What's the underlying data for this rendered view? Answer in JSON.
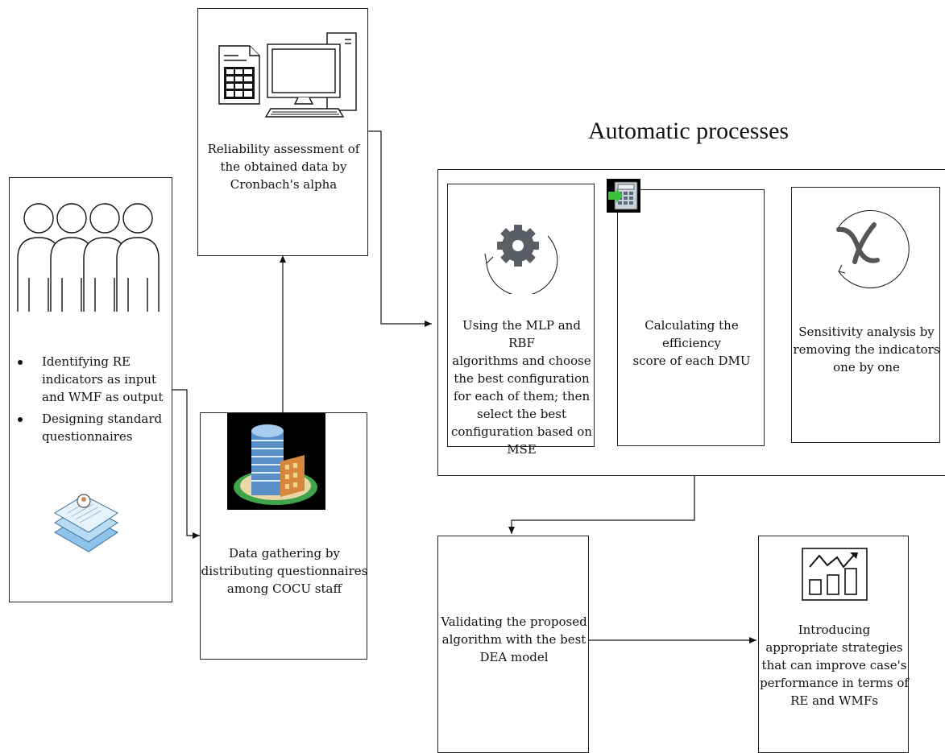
{
  "section_title": "Automatic processes",
  "boxes": {
    "questionnaire": {
      "bullets": [
        [
          "Identifying RE",
          "indicators as input",
          "and WMF as output"
        ],
        [
          "Designing standard",
          "questionnaires"
        ]
      ]
    },
    "reliability": [
      "Reliability assessment of",
      "the obtained data by",
      "Cronbach's alpha"
    ],
    "data_gathering": [
      "Data gathering by",
      "distributing questionnaires",
      "among COCU staff"
    ],
    "mlp_rbf": [
      "Using the MLP and  RBF",
      "algorithms and choose",
      "the best configuration",
      "for each of them; then",
      "select the best",
      "configuration based on",
      "MSE"
    ],
    "efficiency": [
      "Calculating the efficiency",
      "score of each DMU"
    ],
    "sensitivity": [
      "Sensitivity analysis by",
      "removing the indicators",
      "one by one"
    ],
    "validating": [
      "Validating the proposed",
      "algorithm with the best",
      "DEA model"
    ],
    "strategies": [
      "Introducing",
      "appropriate strategies",
      "that can improve  case's",
      "performance in terms of",
      "RE and WMFs"
    ]
  },
  "icons": {
    "people": "people-group-icon",
    "computer": "computer-document-icon",
    "building": "office-building-icon",
    "papers": "stacked-documents-icon",
    "gear": "gear-cycle-icon",
    "calculator": "calculator-icon",
    "cross": "remove-cycle-icon",
    "chart": "trend-chart-icon"
  }
}
